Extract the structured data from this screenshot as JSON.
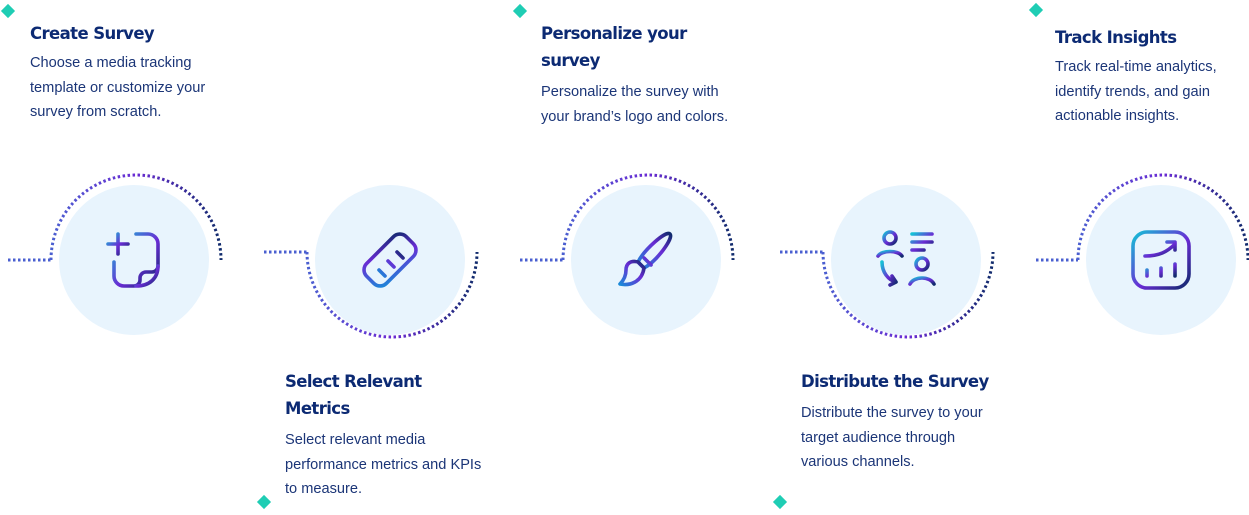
{
  "colors": {
    "title": "#0c2a73",
    "text": "#1b3577",
    "circle_fill": "#e8f4fd",
    "diamond": "#1fcdb4",
    "gradient_start": "#14c2d6",
    "gradient_mid": "#6a2bd4",
    "gradient_end": "#0f2a6b"
  },
  "steps": [
    {
      "title": "Create Survey",
      "description": "Choose a media tracking template or customize your survey from scratch.",
      "icon": "add-note-icon",
      "position": "top"
    },
    {
      "title": "Select Relevant Metrics",
      "description": "Select relevant media performance metrics and KPIs to measure.",
      "icon": "ruler-icon",
      "position": "bottom"
    },
    {
      "title": "Personalize your survey",
      "description": "Personalize the survey with your brand’s logo and colors.",
      "icon": "paintbrush-icon",
      "position": "top"
    },
    {
      "title": "Distribute the Survey",
      "description": "Distribute the survey to your target audience through various channels.",
      "icon": "user-transfer-icon",
      "position": "bottom"
    },
    {
      "title": "Track Insights",
      "description": "Track real-time analytics, identify trends, and gain actionable insights.",
      "icon": "growth-chart-icon",
      "position": "top"
    }
  ]
}
